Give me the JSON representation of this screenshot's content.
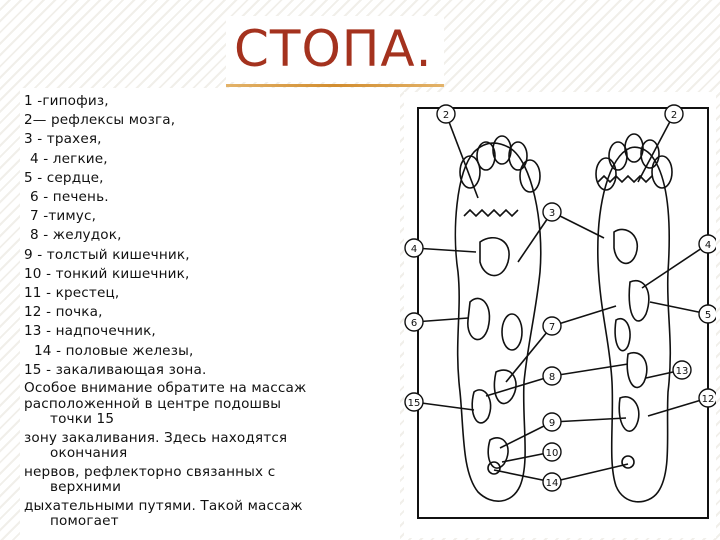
{
  "title": "СТОПА.",
  "legend_items": [
    "1 -гипофиз,",
    "2— рефлексы мозга,",
    "3 - трахея,",
    "4 - легкие,",
    "5 - сердце,",
    "6 - печень.",
    "7 -тимус,",
    "8 - желудок,",
    "9 - толстый кишечник,",
    "10 - тонкий кишечник,",
    "11 - крестец,",
    "12 - почка,",
    "13 - надпочечник,",
    "14 - половые железы,",
    "15 - закаливающая зона."
  ],
  "paragraph": [
    {
      "head": "Особое внимание обратите на массаж",
      "tail": ""
    },
    {
      "head": "расположенной в центре подошвы",
      "tail": "точки 15"
    },
    {
      "head": "зону закаливания. Здесь находятся",
      "tail": "окончания"
    },
    {
      "head": "нервов, рефлекторно связанных с",
      "tail": "верхними"
    },
    {
      "head": "дыхательными путями. Такой массаж",
      "tail": "помогает"
    }
  ],
  "diagram_labels": {
    "left_foot": [
      "2",
      "4",
      "6",
      "15",
      "7",
      "8",
      "9",
      "10",
      "14"
    ],
    "right_foot": [
      "2",
      "3",
      "4",
      "5",
      "13",
      "12"
    ]
  }
}
